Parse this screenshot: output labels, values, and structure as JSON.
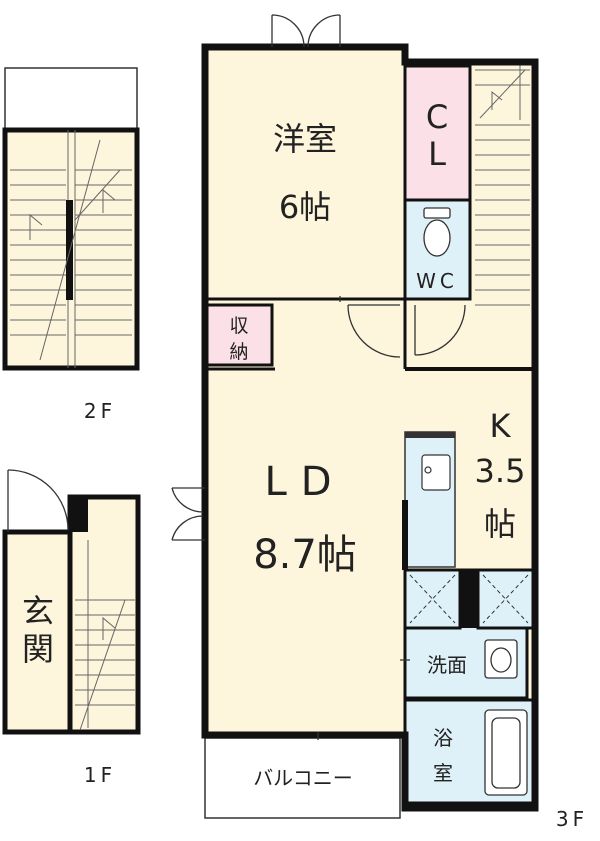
{
  "floors": {
    "f1": "1F",
    "f2": "2F",
    "f3": "3F"
  },
  "rooms": {
    "bedroom": "洋室",
    "bedroom_size": "6帖",
    "closet_c": "C",
    "closet_l": "L",
    "wc": "WC",
    "storage_1": "収",
    "storage_2": "納",
    "ld": "LD",
    "ld_size": "8.7帖",
    "kitchen": "K",
    "kitchen_size_1": "3.5",
    "kitchen_size_2": "帖",
    "washroom": "洗面",
    "bath_1": "浴",
    "bath_2": "室",
    "balcony": "バルコニー",
    "entrance_1": "玄",
    "entrance_2": "関"
  },
  "colors": {
    "room_fill": "#fdf5dc",
    "wet_fill": "#dff1f8",
    "closet_fill": "#fbe1e7",
    "wall": "#111111",
    "line": "#555555"
  }
}
